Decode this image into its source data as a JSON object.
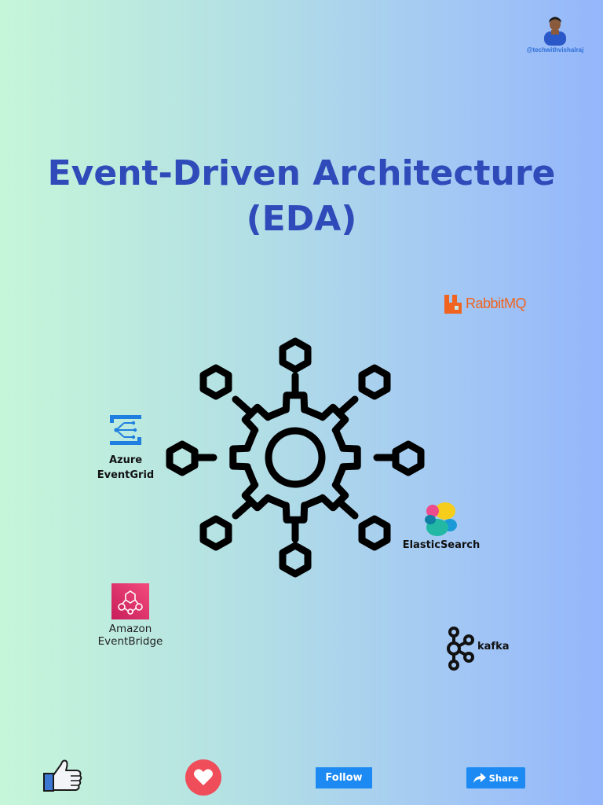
{
  "author": {
    "handle": "@techwithvishalraj"
  },
  "title": {
    "line1": "Event-Driven Architecture",
    "line2": "(EDA)"
  },
  "diagram": {
    "icon": "gear-network-icon"
  },
  "logos": {
    "rabbitmq": {
      "text": "RabbitMQ",
      "color": "#f06420"
    },
    "azure": {
      "line1": "Azure",
      "line2": "EventGrid",
      "color": "#1f7fe0"
    },
    "elastic": {
      "label": "ElasticSearch"
    },
    "amazon": {
      "line1": "Amazon",
      "line2": "EventBridge",
      "color": "#e2245d"
    },
    "kafka": {
      "label": "kafka"
    }
  },
  "actions": {
    "like": {
      "icon": "thumbs-up-icon"
    },
    "love": {
      "icon": "heart-icon",
      "color": "#ef4d5a"
    },
    "follow": {
      "label": "Follow"
    },
    "share": {
      "label": "Share",
      "icon": "share-arrow-icon"
    }
  },
  "colors": {
    "title": "#2e4bb9",
    "button": "#1c8af2"
  }
}
